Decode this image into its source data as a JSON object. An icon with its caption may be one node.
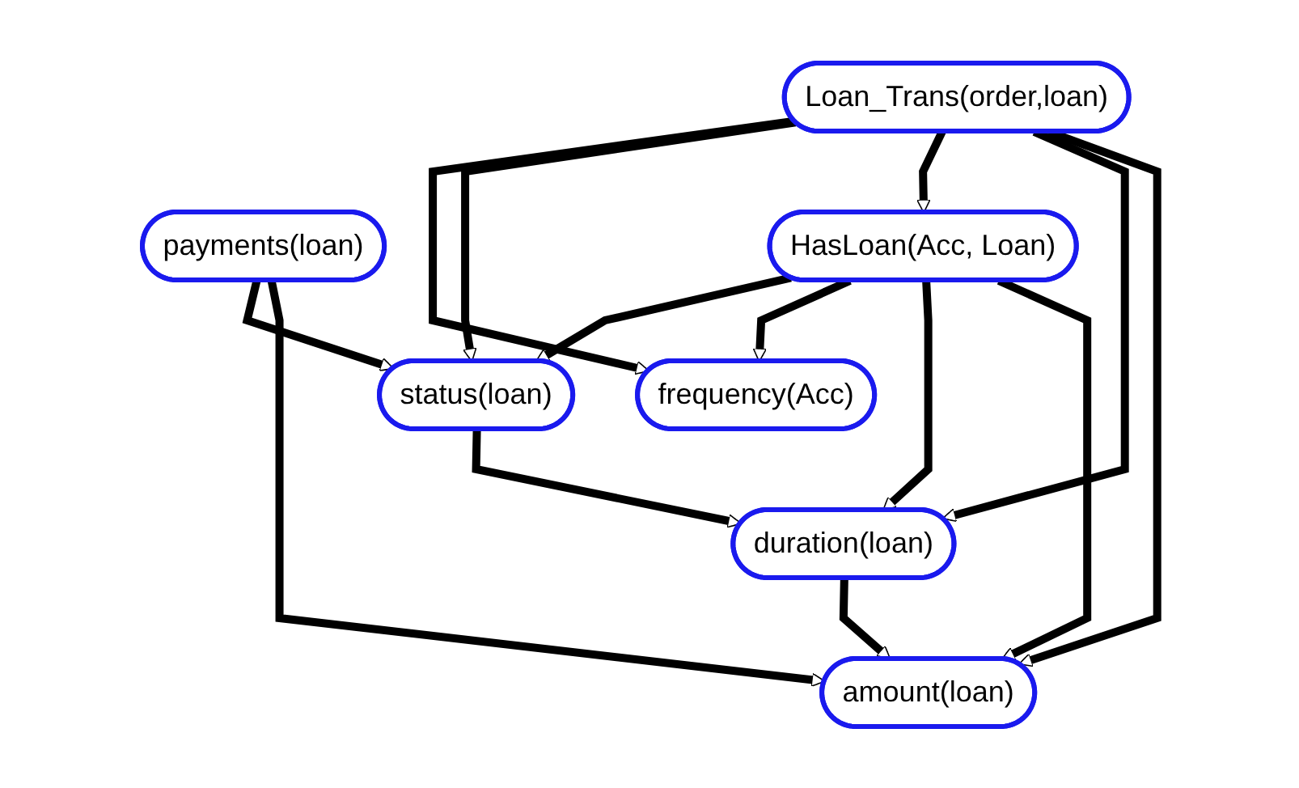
{
  "diagram": {
    "nodes": [
      {
        "text": [
          "amount(loan)"
        ]
      },
      {
        "text": [
          "Loan_Trans(order,loan)"
        ]
      },
      {
        "text": [
          "payments(loan)"
        ]
      },
      {
        "text": [
          "duration(loan)"
        ]
      },
      {
        "text": [
          "HasLoan(Acc, Loan)"
        ]
      },
      {
        "text": [
          "status(loan)"
        ]
      },
      {
        "text": [
          "frequency(Acc)"
        ]
      }
    ],
    "edges": [
      {
        "from": 1,
        "to": 0,
        "arrow": "to"
      },
      {
        "from": 2,
        "to": 0,
        "arrow": "to"
      },
      {
        "from": 1,
        "to": 3,
        "arrow": "to"
      },
      {
        "from": 1,
        "to": 4,
        "arrow": "to"
      },
      {
        "from": 1,
        "to": 5,
        "arrow": "to"
      },
      {
        "from": 1,
        "to": 6,
        "arrow": "to"
      },
      {
        "from": 4,
        "to": 0,
        "arrow": "to"
      },
      {
        "from": 4,
        "to": 3,
        "arrow": "to"
      },
      {
        "from": 4,
        "to": 6,
        "arrow": "to"
      },
      {
        "from": 4,
        "to": 5,
        "arrow": "to"
      },
      {
        "from": 3,
        "to": 0,
        "arrow": "to"
      },
      {
        "from": 5,
        "to": 3,
        "arrow": "to"
      },
      {
        "from": 2,
        "to": 5,
        "arrow": "to"
      }
    ]
  }
}
